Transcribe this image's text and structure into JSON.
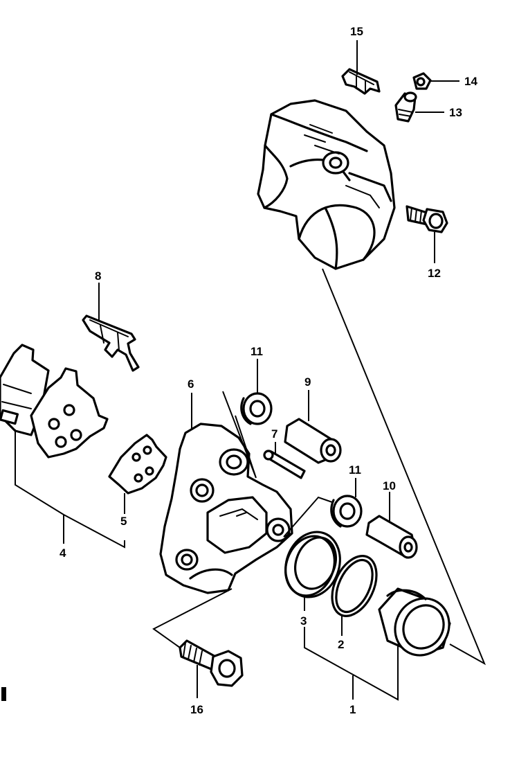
{
  "callouts": {
    "c1": "1",
    "c2": "2",
    "c3": "3",
    "c4": "4",
    "c5": "5",
    "c6": "6",
    "c7": "7",
    "c8": "8",
    "c9": "9",
    "c10": "10",
    "c11a": "11",
    "c11b": "11",
    "c12": "12",
    "c13": "13",
    "c14": "14",
    "c15": "15",
    "c16": "16"
  }
}
